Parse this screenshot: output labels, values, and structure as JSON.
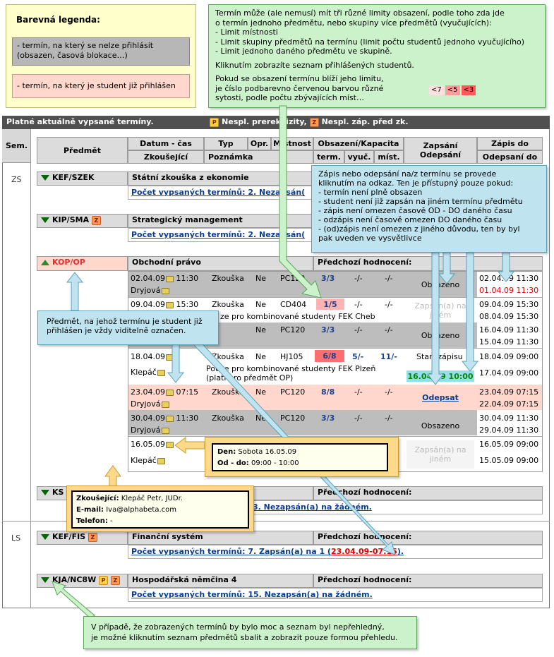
{
  "legend": {
    "title": "Barevná legenda:",
    "gray_text": "- termín, na který se nelze přihlásit (obsazen, časová blokace…)",
    "pink_text": "- termín, na který je student již přihlášen"
  },
  "note_top": {
    "lines": [
      "Termín může (ale nemusí) mít tři různé limity obsazení, podle toho zda jde",
      "o termín jednoho předmětu, nebo skupiny více předmětů (vyučujících):",
      "- Limit místnosti",
      "- Limit skupiny předmětů na termínu (limit počtu studentů jednoho vyučujícího)",
      "- Limit jednoho daného předmětu ve skupině."
    ],
    "line2": "Kliknutím zobrazíte seznam  přihlášených studentů.",
    "line3a": "Pokud se obsazení termínu blíží jeho limitu,",
    "line3b": "je číslo podbarevno červenou barvou různé",
    "line3c": "sytosti, podle počtu zbývajících míst…",
    "chips": [
      "<7",
      "<5",
      "<3"
    ]
  },
  "main": {
    "title": "Platné aktuálně vypsané termíny.",
    "legend_p": "Nespl. prerekvizity,",
    "legend_z": "Nespl. záp. před zk.",
    "badge_p": "P",
    "badge_z": "Z",
    "sem_header": "Sem.",
    "headers": {
      "predmet": "Předmět",
      "datum": "Datum - čas",
      "typ": "Typ",
      "opr": "Opr.",
      "mistnost": "Místnost",
      "obsazeni": "Obsazení/Kapacita",
      "zapsani": "Zapsání",
      "odepsani": "Odepsání",
      "zapis_do": "Zápis do",
      "zkousejici": "Zkoušející",
      "poznamka": "Poznámka",
      "term": "term.",
      "vyuc": "vyuč.",
      "mist": "míst.",
      "odepsani_do": "Odepsaní do"
    },
    "sem_zs": "ZS",
    "sem_ls": "LS",
    "prev_label": "Předchozí hodnocení:"
  },
  "subjects": {
    "s1": {
      "code": "KEF/SZEK",
      "name": "Státní zkouška z ekonomie",
      "link": "Počet vypsaných termínů: 2. Nezapsán("
    },
    "s2": {
      "code": "KIP/SMA",
      "name": "Strategický management",
      "link": "Počet vypsaných termínů: 2. Nezapsán("
    },
    "s3": {
      "code": "KOP/OP",
      "name": "Obchodní právo"
    },
    "s4": {
      "code": "KS",
      "link_tail": "3. Nezapsán(a) na žádném."
    },
    "s5": {
      "code": "KEF/FIS",
      "name": "Finanční systém",
      "link": "Počet vypsaných termínů: 7. Zapsán(a) na 1 (",
      "link_red": "23.04.09-07:15",
      "link_end": ")."
    },
    "s6": {
      "code": "KJA/NC8W",
      "name": "Hospodářská němčina 4",
      "link": "Počet vypsaných termínů: 15. Nezapsán(a) na žádném."
    }
  },
  "terms": [
    {
      "date": "02.04.09",
      "time": "11:30",
      "type": "Zkouška",
      "opr": "Ne",
      "room": "PC120",
      "term": "3/3",
      "vyuc": "-/-",
      "mist": "-/-",
      "status": "Obsazeno",
      "examiner": "Dryjová",
      "zapis": "02.04.09 11:30",
      "odepis": "01.04.09 11:30"
    },
    {
      "date": "09.04.09",
      "time": "15:30",
      "type": "Zkouška",
      "opr": "Ne",
      "room": "CD404",
      "term": "1/5",
      "vyuc": "-/-",
      "mist": "-/-",
      "status": "Zapsán(a) na jiném",
      "note": "ze pro kombinované studenty FEK Cheb",
      "zapis": "09.04.09 15:30",
      "odepis": "08.04.09 15:30"
    },
    {
      "date": "",
      "time": "",
      "type": "",
      "opr": "Ne",
      "room": "PC120",
      "term": "3/3",
      "vyuc": "-/-",
      "mist": "-/-",
      "status": "Obsazeno",
      "zapis": "16.04.09 11:30",
      "odepis": "15.04.09 11:30"
    },
    {
      "date": "18.04.09",
      "time": "",
      "type": "Zkouška",
      "opr": "Ne",
      "room": "HJ105",
      "term": "6/8",
      "vyuc": "5/-",
      "mist": "11/-",
      "status": "Start zápisu",
      "status2": "16.04.09 10:00",
      "examiner": "Klepáč",
      "note": "Pouze pro kombinované studenty FEK Plzeň",
      "note2": "(platí pro předmět OP)",
      "zapis": "18.04.09 09:00",
      "odepis": "17.04.09 09:00"
    },
    {
      "date": "23.04.09",
      "time": "07:15",
      "type": "Zkouška",
      "opr": "Ne",
      "room": "PC120",
      "term": "8/8",
      "vyuc": "-/-",
      "mist": "-/-",
      "status": "Odepsat",
      "examiner": "Dryjová",
      "zapis": "23.04.09 07:15",
      "odepis": "22.04.09 07:15"
    },
    {
      "date": "30.04.09",
      "time": "11:30",
      "type": "Zkouška",
      "opr": "Ne",
      "room": "PC120",
      "term": "3/3",
      "vyuc": "-/-",
      "mist": "-/-",
      "status": "Obsazeno",
      "examiner": "Dryjová",
      "zapis": "30.04.09 11:30",
      "odepis": "29.04.09 11:30"
    },
    {
      "date": "16.05.09",
      "status": "Zapsán(a) na jiném",
      "examiner": "Klepáč",
      "zapis": "16.05.09 09:00",
      "odepis": "15.05.09 09:00"
    }
  ],
  "note_blue_right": {
    "lines": [
      "Zápis nebo odepsání na/z termínu se provede",
      "kliknutím na odkaz. Ten je přístupný pouze pokud:",
      "- termín není plně obsazen",
      "- student není již zapsán na jiném termínu předmětu",
      "- zápis není omezen časově OD - DO daného času",
      "- odzápis není časově omezen DO daného času",
      "- (od)zápis není omezen z jiného důvodu, ten by byl",
      "pak uveden ve vysvětlivce"
    ]
  },
  "note_blue_left": {
    "line1": "Předmět, na jehož termínu je student již",
    "line2": "přihlášen je vždy viditelně označen."
  },
  "tooltip_date": {
    "den_label": "Den:",
    "den_value": "Sobota 16.05.09",
    "od_label": "Od - do:",
    "od_value": "09:00 - 10:00"
  },
  "tooltip_examiner": {
    "zk_label": "Zkoušející:",
    "zk_value": "Klepáč Petr, JUDr.",
    "em_label": "E-mail:",
    "em_value": "Iva@alphabeta.com",
    "tel_label": "Telefon:",
    "tel_value": "-"
  },
  "note_bottom": {
    "line1": "V případě, že zobrazených termínů by bylo moc a seznam byl nepřehledný,",
    "line2": "je možné kliknutím seznam předmětů sbalit a zobrazit pouze formou přehledu."
  },
  "colors": {
    "gray_row": "#bdbdbd",
    "pink_row": "#ffd7cc",
    "cap_blue": "#1a3f8f",
    "red": "#e00000",
    "green_text": "#008800"
  }
}
